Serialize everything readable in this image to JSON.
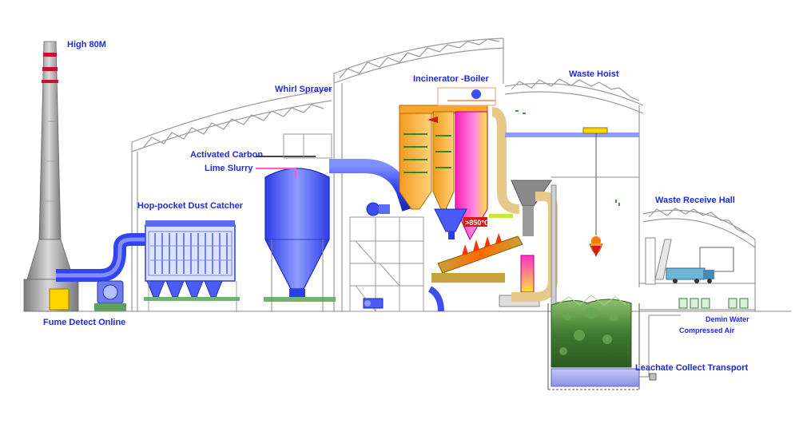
{
  "labels": {
    "stack_height": "High 80M",
    "whirl_sprayer": "Whirl Sprayer",
    "incinerator_boiler": "Incinerator -Boiler",
    "waste_hoist": "Waste Hoist",
    "activated_carbon": "Activated Carbon",
    "lime_slurry": "Lime Slurry",
    "dust_catcher": "Hop-pocket Dust Catcher",
    "waste_receive_hall": "Waste Receive Hall",
    "fume_detect": "Fume  Detect Online",
    "demin_water": "Demin Water",
    "compressed_air": "Compressed Air",
    "leachate": "Leachate Collect Transport",
    "temperature": ">850°C"
  },
  "colors": {
    "label_blue": "#1f2bd6",
    "stack_grey": "#a9a9a9",
    "stack_band": "#c8102e",
    "duct_blue": "#3d4df0",
    "tower_blue": "#4a5cf5",
    "boiler_orange": "#f7a52c",
    "boiler_magenta": "#ff2fc7",
    "pipe_tan": "#e7c98a",
    "waste_green": "#4e8a3c",
    "frame_grey": "#9a9a9a"
  }
}
